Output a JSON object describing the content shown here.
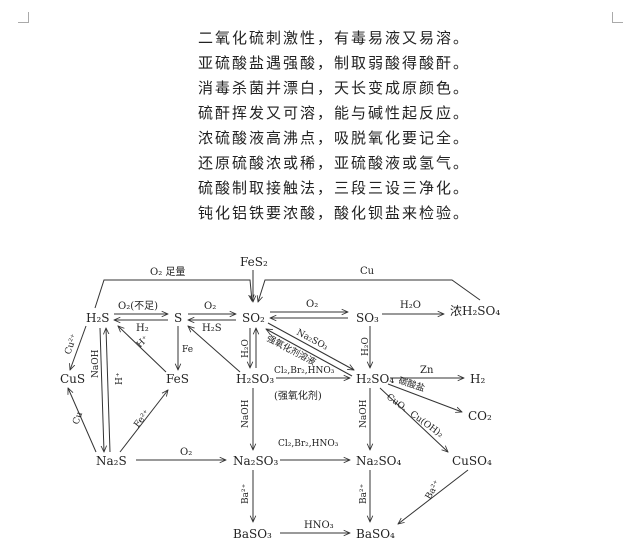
{
  "poem": {
    "lines": [
      "二氧化硫刺激性，有毒易液又易溶。",
      "亚硫酸盐遇强酸，制取弱酸得酸酐。",
      "消毒杀菌并漂白，天长变成原颜色。",
      "硫酐挥发又可溶，能与碱性起反应。",
      "浓硫酸液高沸点，吸脱氧化要记全。",
      "还原硫酸浓或稀，亚硫酸液或氢气。",
      "硫酸制取接触法，三段三设三净化。",
      "钝化铝铁要浓酸，酸化钡盐来检验。"
    ]
  },
  "diagram": {
    "nodes": {
      "fes2": "FeS₂",
      "h2s": "H₂S",
      "s": "S",
      "so2": "SO₂",
      "so3": "SO₃",
      "conc_h2so4": "浓H₂SO₄",
      "cus": "CuS",
      "fes": "FeS",
      "h2so3": "H₂SO₃",
      "h2so4": "H₂SO₄",
      "h2": "H₂",
      "co2": "CO₂",
      "na2s": "Na₂S",
      "na2so3": "Na₂SO₃",
      "na2so4": "Na₂SO₄",
      "cuso4": "CuSO₄",
      "baso3": "BaSO₃",
      "baso4": "BaSO₄"
    },
    "labels": {
      "o2_excess": "O₂ 足量",
      "cu_top": "Cu",
      "o2_insufficient": "O₂(不足)",
      "o2_s_so2": "O₂",
      "o2_so2_so3": "O₂",
      "h2o_so3": "H₂O",
      "h2_s_h2s": "H₂",
      "h2s_so2_s": "H₂S",
      "na2so3_reagent": "Na₂SO₃",
      "strong_oxidant_solution": "强氧化剂溶液",
      "cu2plus": "Cu²⁺",
      "naoh_h2s": "NaOH",
      "hplus_s": "H⁺",
      "fe": "Fe",
      "hplus_fes": "H⁺",
      "h2o_so2": "H₂O",
      "h2o_h2so4": "H₂O",
      "oxidants": "Cl₂,Br₂,HNO₃",
      "strong_oxidant": "(强氧化剂)",
      "zn": "Zn",
      "carbonate": "碳酸盐",
      "cuo_cuoh2": "CuO、Cu(OH)₂",
      "cu_na2s": "Cu",
      "fe2plus": "Fe²⁺",
      "naoh_h2so3": "NaOH",
      "naoh_h2so4": "NaOH",
      "o2_na2s": "O₂",
      "oxidants2": "Cl₂,Br₂,HNO₃",
      "ba_baso3": "Ba²⁺",
      "ba_baso4": "Ba²⁺",
      "ba_cuso4": "Ba²⁺",
      "hno3": "HNO₃"
    }
  }
}
